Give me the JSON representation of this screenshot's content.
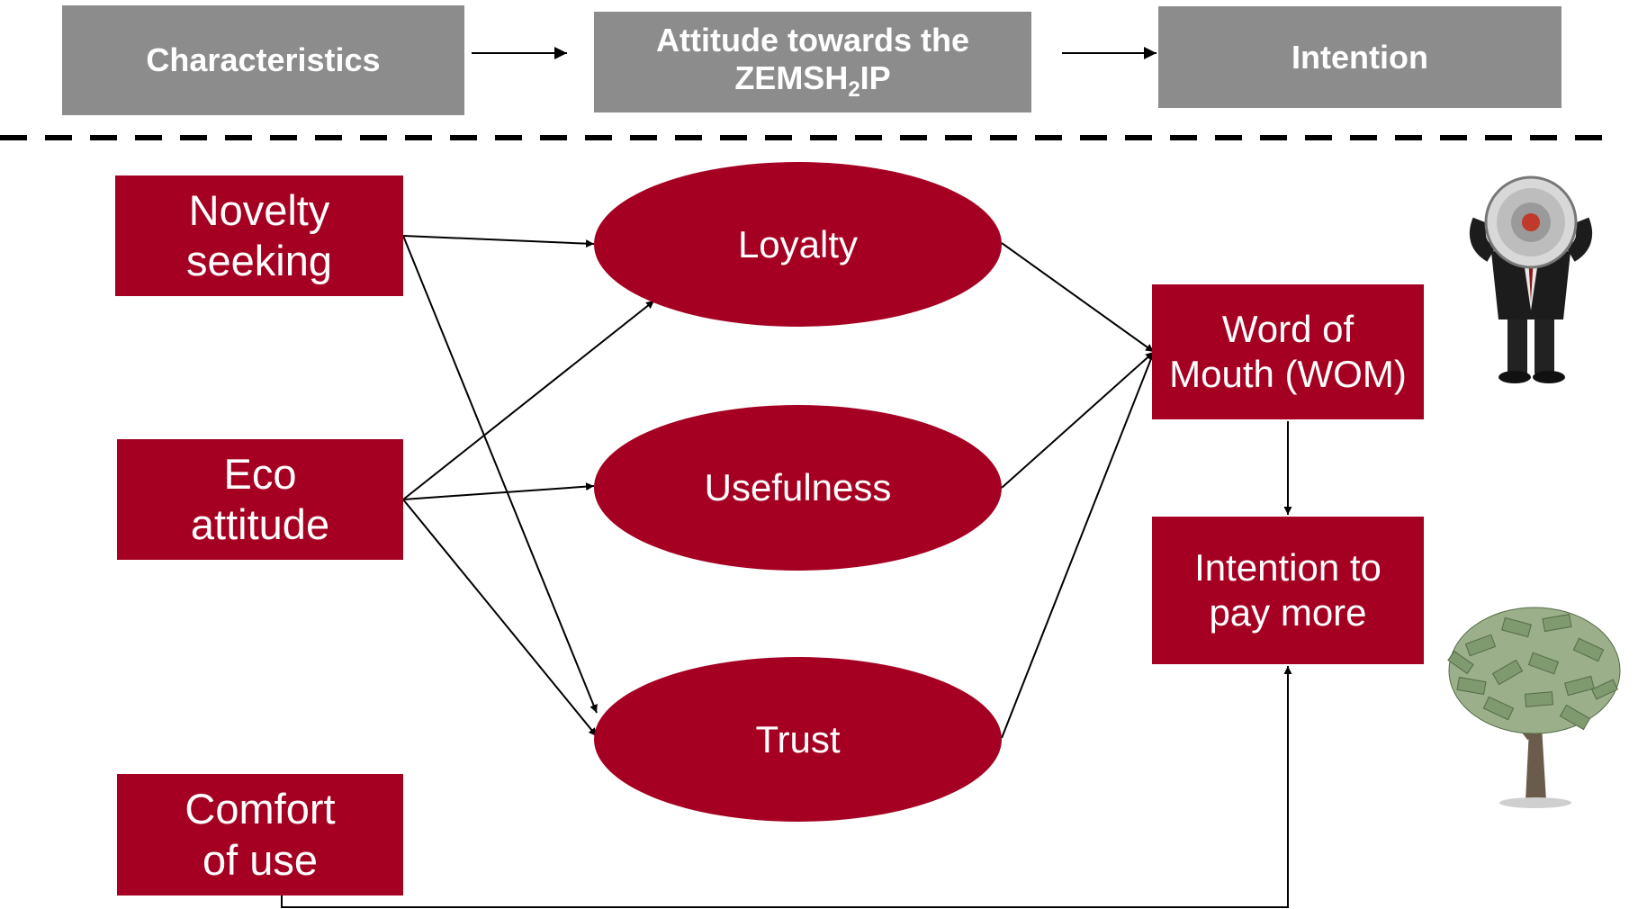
{
  "header": {
    "characteristics": "Characteristics",
    "attitude_line1": "Attitude towards the",
    "attitude_prefix": "ZEMSH",
    "attitude_sub": "2",
    "attitude_suffix": "IP",
    "intention": "Intention"
  },
  "characteristics": {
    "novelty": [
      "Novelty",
      "seeking"
    ],
    "eco": [
      "Eco",
      "attitude"
    ],
    "comfort": [
      "Comfort",
      "of use"
    ]
  },
  "attitudes": {
    "loyalty": "Loyalty",
    "usefulness": "Usefulness",
    "trust": "Trust"
  },
  "intentions": {
    "wom": [
      "Word of",
      "Mouth (WOM)"
    ],
    "pay_more": [
      "Intention to",
      "pay more"
    ]
  },
  "colors": {
    "box_fill": "#a50021",
    "header_fill": "#8c8c8c",
    "text": "#ffffff",
    "line": "#000000"
  },
  "icons": {
    "megaphone": "megaphone-person-icon",
    "money_tree": "money-tree-icon"
  }
}
